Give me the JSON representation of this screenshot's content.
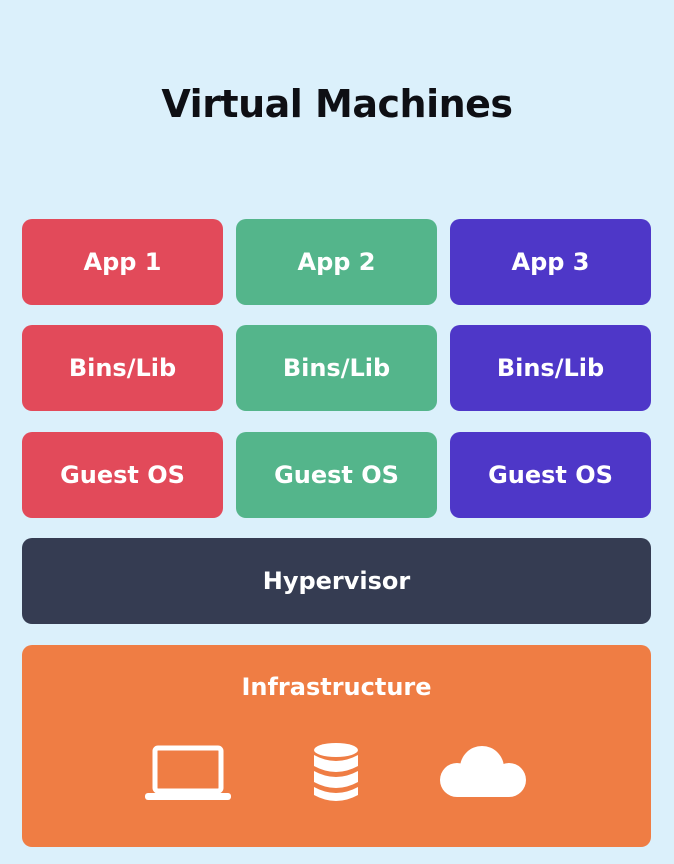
{
  "title": "Virtual Machines",
  "colors": {
    "background": "#dbf0fb",
    "vm1": "#e24a5a",
    "vm2": "#54b58b",
    "vm3": "#4e37c8",
    "hypervisor": "#353c52",
    "infrastructure": "#ef7d44",
    "text": "#ffffff"
  },
  "vms": [
    {
      "app": "App 1",
      "bins": "Bins/Lib",
      "os": "Guest OS"
    },
    {
      "app": "App 2",
      "bins": "Bins/Lib",
      "os": "Guest OS"
    },
    {
      "app": "App 3",
      "bins": "Bins/Lib",
      "os": "Guest OS"
    }
  ],
  "hypervisor": "Hypervisor",
  "infrastructure": {
    "label": "Infrastructure",
    "icons": [
      "laptop-icon",
      "database-icon",
      "cloud-icon"
    ]
  }
}
